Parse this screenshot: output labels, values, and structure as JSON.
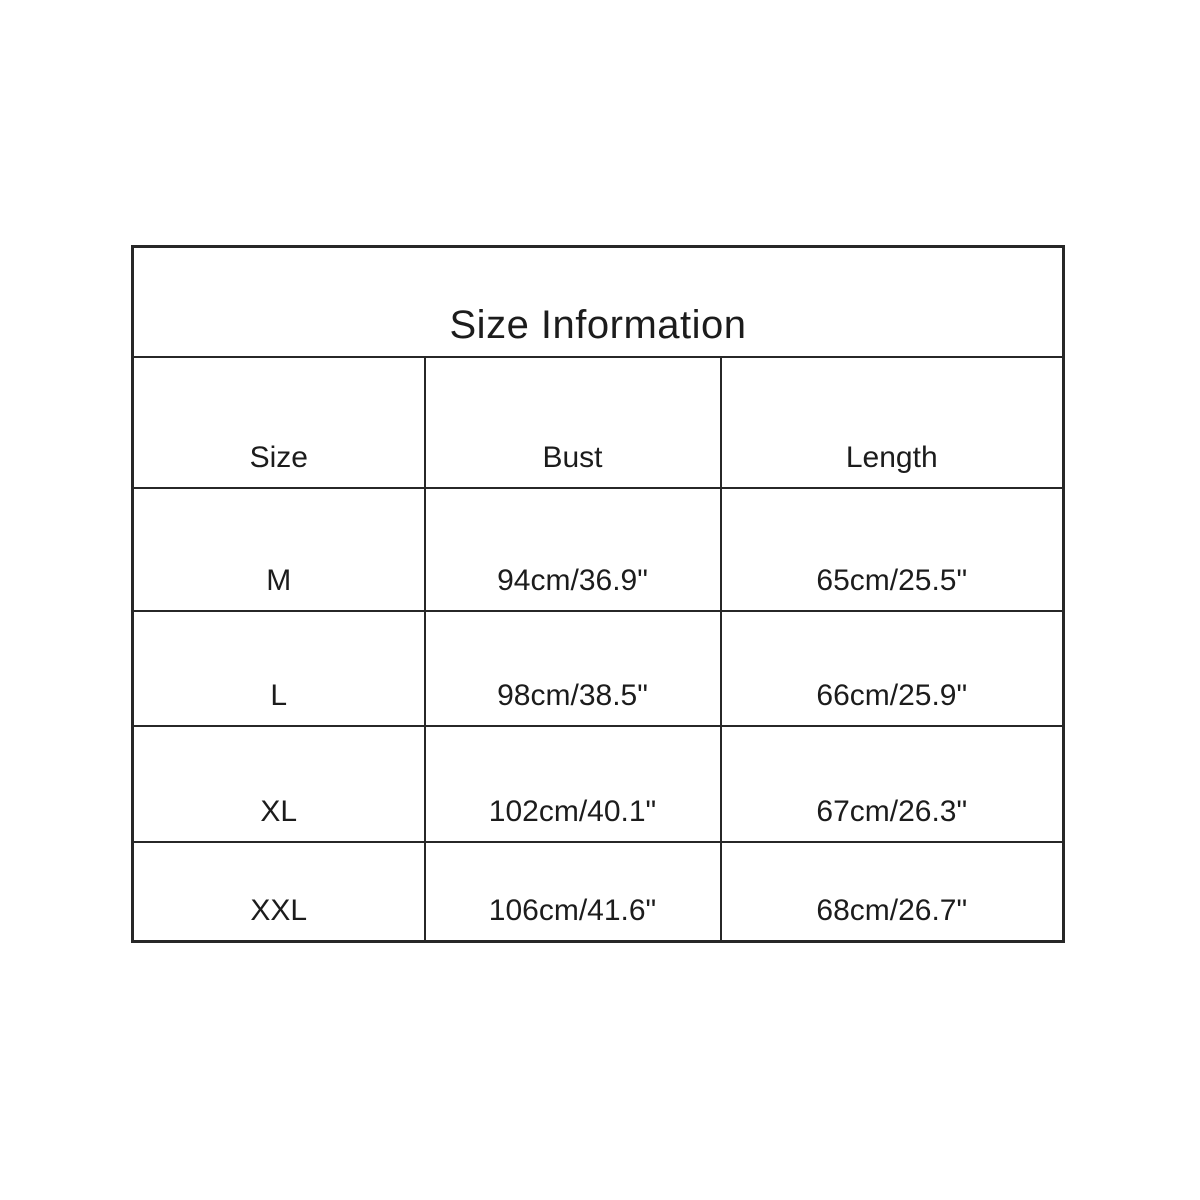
{
  "table": {
    "title": "Size Information",
    "columns": {
      "size": "Size",
      "bust": "Bust",
      "length": "Length"
    },
    "rows": [
      {
        "size": "M",
        "bust": "94cm/36.9\"",
        "length": "65cm/25.5\""
      },
      {
        "size": "L",
        "bust": "98cm/38.5\"",
        "length": "66cm/25.9\""
      },
      {
        "size": "XL",
        "bust": "102cm/40.1\"",
        "length": "67cm/26.3\""
      },
      {
        "size": "XXL",
        "bust": "106cm/41.6\"",
        "length": "68cm/26.7\""
      }
    ],
    "units": {
      "metric": "cm",
      "imperial": "inches"
    }
  },
  "colors": {
    "background": "#ffffff",
    "border": "#272727",
    "text": "#1c1c1c"
  }
}
